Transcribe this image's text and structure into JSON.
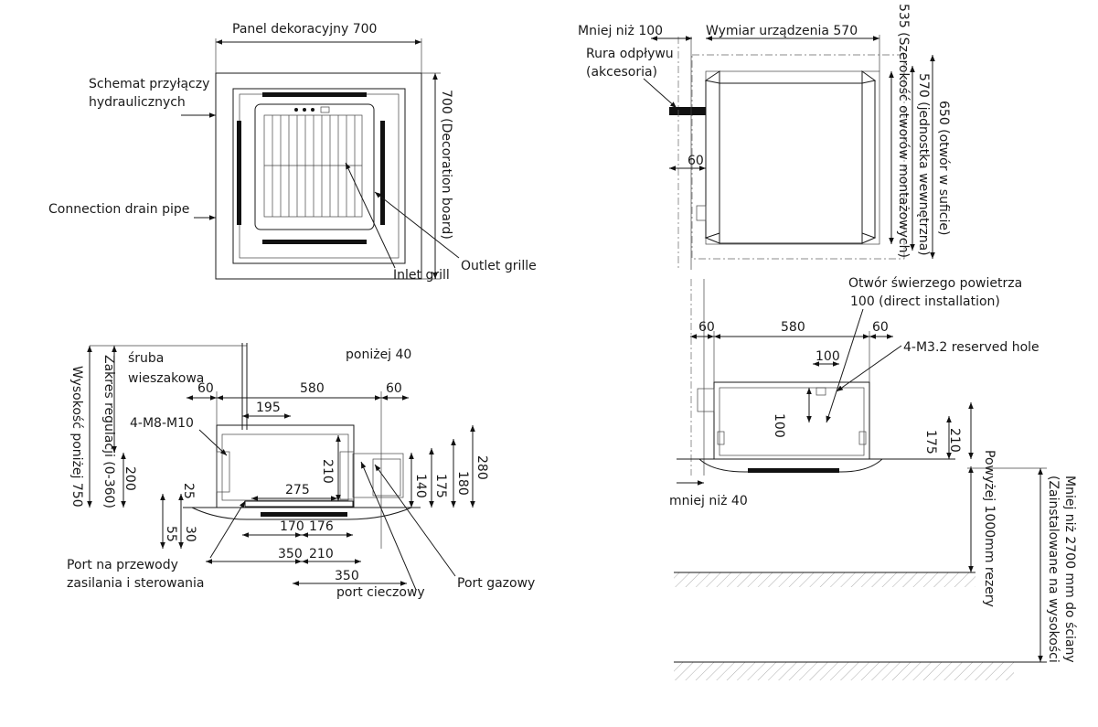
{
  "top_left": {
    "panel_width": "Panel dekoracyjny 700",
    "hydraulic": [
      "Schemat przyłączy",
      "hydraulicznych"
    ],
    "drain": "Connection drain pipe",
    "panel_height": "700 (Decoration board)",
    "outlet": "Outlet grille",
    "inlet": "Inlet grill"
  },
  "top_right": {
    "less100": "Mniej niż 100",
    "unit570": "Wymiar urządzenia 570",
    "drain_pipe": [
      "Rura odpływu",
      "(akcesoria)"
    ],
    "dim60": "60",
    "dim535": "535 (Szerokość otworów montażowych)",
    "dim570": "570 (jednostka wewnętrzna)",
    "dim650": "650 (otwór w suficie)"
  },
  "bottom_left": {
    "bolt": [
      "śruba",
      "wieszakowa"
    ],
    "below40": "poniżej 40",
    "adj_range": "Zakres regulacji (0-360)",
    "height750": "Wysokość poniżej 750",
    "d60a": "60",
    "d580": "580",
    "d60b": "60",
    "m8": "4-M8-M10",
    "d195": "195",
    "d200": "200",
    "d25": "25",
    "d275": "275",
    "d210": "210",
    "d140": "140",
    "d175": "175",
    "d180": "180",
    "d280": "280",
    "d55": "55",
    "d30": "30",
    "d170": "170",
    "d176": "176",
    "d350a": "350",
    "d210b": "210",
    "d350b": "350",
    "power_port": [
      "Port na przewody",
      "zasilania i sterowania"
    ],
    "liquid_port": "port cieczowy",
    "gas_port": "Port gazowy"
  },
  "bottom_right": {
    "fresh_air": [
      "Otwór świerzego powietrza",
      "100 (direct installation)"
    ],
    "d60a": "60",
    "d580": "580",
    "d60b": "60",
    "d100h": "100",
    "reserved": "4-M3.2 reserved hole",
    "d100v": "100",
    "d175": "175",
    "d210": "210",
    "less40": "mniej niż 40",
    "above1000": "Powyżej 1000mm rezery",
    "less2700": [
      "Mniej niż 2700 mm do ściany",
      "(Zainstalowane na wysokości"
    ]
  }
}
